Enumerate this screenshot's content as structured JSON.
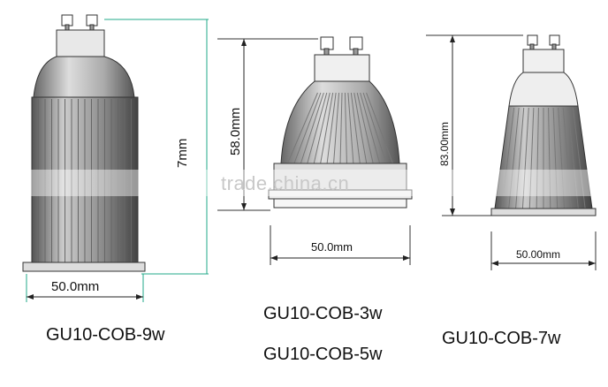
{
  "diagram": {
    "bulb_9w": {
      "model": "GU10-COB-9w",
      "width_label": "50.0mm",
      "height_label": "7mm"
    },
    "bulb_3w_5w": {
      "model_a": "GU10-COB-3w",
      "model_b": "GU10-COB-5w",
      "width_label": "50.0mm",
      "height_label": "58.0mm"
    },
    "bulb_7w": {
      "model": "GU10-COB-7w",
      "width_label": "50.00mm",
      "height_label": "83.00mm"
    },
    "watermark": "trade.china.cn"
  }
}
